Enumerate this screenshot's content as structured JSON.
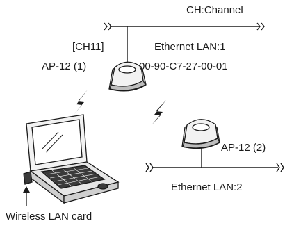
{
  "labels": {
    "channel_legend": "CH:Channel",
    "channel_tag": "[CH11]",
    "ap1_name": "AP-12 (1)",
    "lan1_name": "Ethernet LAN:1",
    "ap1_mac": "00-90-C7-27-00-01",
    "ap2_name": "AP-12 (2)",
    "lan2_name": "Ethernet LAN:2",
    "card_label": "Wireless LAN card"
  },
  "colors": {
    "line": "#1a1a1a",
    "device_fill": "#f2f2f2",
    "device_shadow": "#d8d8d8"
  }
}
